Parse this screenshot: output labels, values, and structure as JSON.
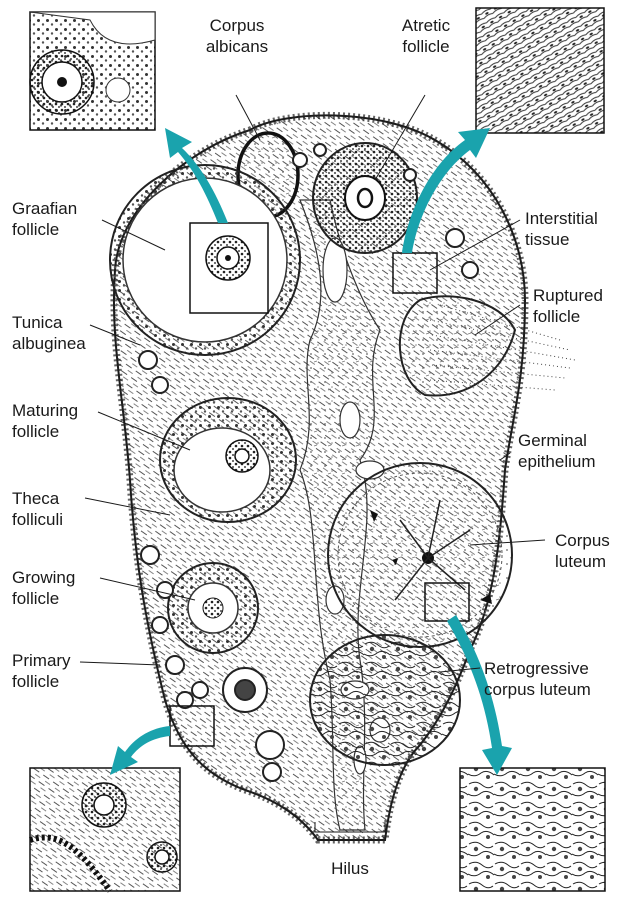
{
  "labels": {
    "corpus_albicans": [
      "Corpus",
      "albicans"
    ],
    "atretic_follicle": [
      "Atretic",
      "follicle"
    ],
    "graafian_follicle": [
      "Graafian",
      "follicle"
    ],
    "interstitial_tissue": [
      "Interstitial",
      "tissue"
    ],
    "tunica_albuginea": [
      "Tunica",
      "albuginea"
    ],
    "ruptured_follicle": [
      "Ruptured",
      "follicle"
    ],
    "maturing_follicle": [
      "Maturing",
      "follicle"
    ],
    "germinal_epithelium": [
      "Germinal",
      "epithelium"
    ],
    "theca_folliculi": [
      "Theca",
      "folliculi"
    ],
    "corpus_luteum": [
      "Corpus",
      "luteum"
    ],
    "growing_follicle": [
      "Growing",
      "follicle"
    ],
    "primary_follicle": [
      "Primary",
      "follicle"
    ],
    "retrogressive_corpus_luteum": [
      "Retrogressive",
      "corpus luteum"
    ],
    "hilus": "Hilus"
  },
  "colors": {
    "arrow": "#1aa3ad",
    "line": "#1a1a1a",
    "tissue_fill": "#f4f4f2"
  }
}
